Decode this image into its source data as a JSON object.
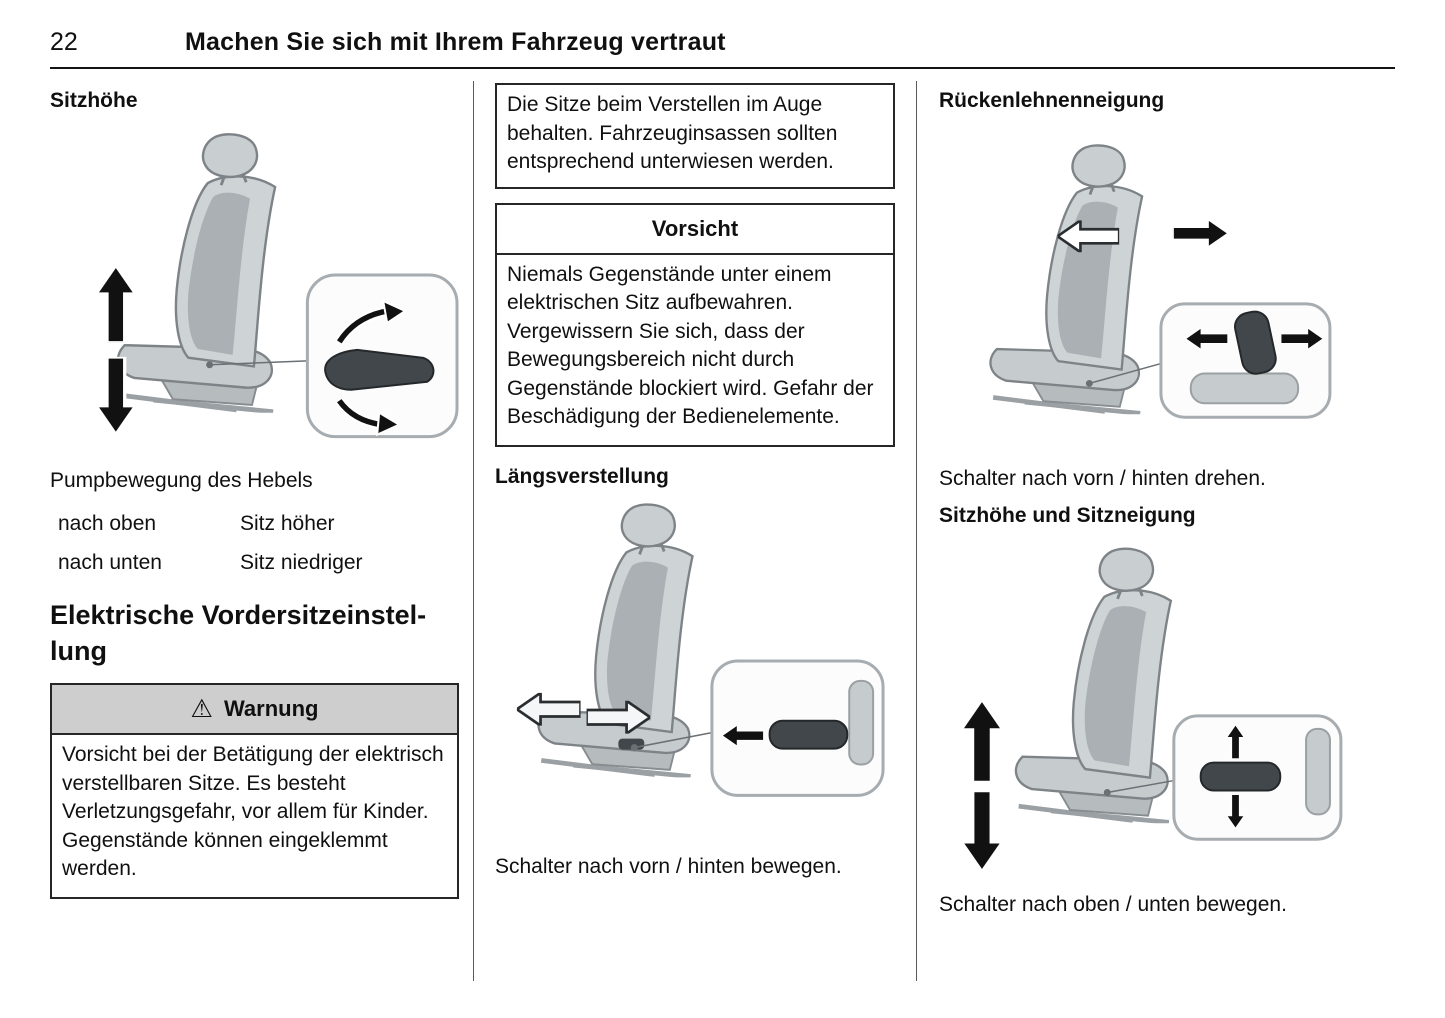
{
  "page": {
    "number": "22",
    "title": "Machen Sie sich mit Ihrem Fahrzeug vertraut"
  },
  "icons": {
    "warning": "⚠"
  },
  "left": {
    "heading_seat_height": "Sitzhöhe",
    "lever_caption": "Pumpbewegung des Hebels",
    "lever_table": [
      {
        "action": "nach oben",
        "result": "Sitz höher"
      },
      {
        "action": "nach unten",
        "result": "Sitz niedriger"
      }
    ],
    "heading_power_seats": "Elektrische Vordersitzeinstel­lung",
    "warning_box": {
      "title": "Warnung",
      "body": "Vorsicht bei der Betätigung der elektrisch verstellbaren Sitze. Es besteht Verletzungsgefahr, vor allem für Kinder. Gegenstände können eingeklemmt werden."
    }
  },
  "middle": {
    "note": "Die Sitze beim Verstellen im Auge behalten. Fahrzeuginsassen sollten entsprechend unterwiesen werden.",
    "caution_box": {
      "title": "Vorsicht",
      "body": "Niemals Gegenstände unter einem elektrischen Sitz aufbewahren. Vergewissern Sie sich, dass der Bewegungsbereich nicht durch Gegenstände blockiert wird. Gefahr der Beschädigung der Bedienelemente."
    },
    "heading_longitudinal": "Längsverstellung",
    "caption": "Schalter nach vorn / hinten bewegen."
  },
  "right": {
    "heading_backrest": "Rückenlehnenneigung",
    "caption_backrest": "Schalter nach vorn / hinten drehen.",
    "heading_height_tilt": "Sitzhöhe und Sitzneigung",
    "caption_height_tilt": "Schalter nach oben / unten bewegen."
  },
  "colors": {
    "warning_header_bg": "#cecece",
    "rule": "#262626",
    "arrow": "#111111",
    "seat_fill": "#ced3d6"
  }
}
